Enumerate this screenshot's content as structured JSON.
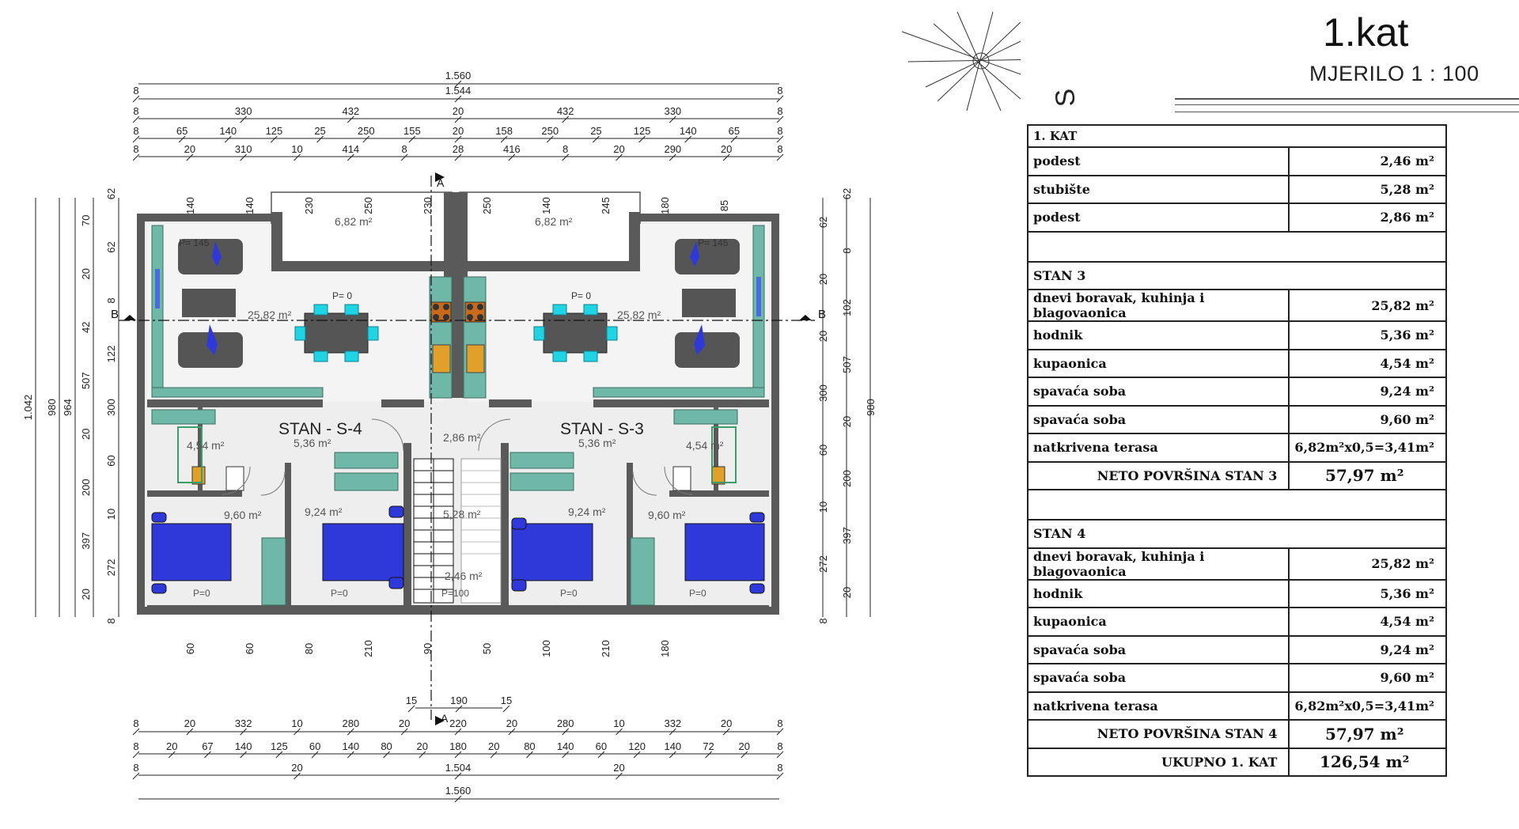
{
  "header": {
    "title": "1.kat",
    "scale": "MJERILO 1 : 100",
    "north_label": "S"
  },
  "plan": {
    "units": [
      {
        "label": "STAN - S-4"
      },
      {
        "label": "STAN - S-3"
      }
    ],
    "room_areas": {
      "terrace": "6,82 m²",
      "living": "25,82 m²",
      "hall": "5,36 m²",
      "bath": "4,54 m²",
      "bed_small": "9,24 m²",
      "bed_large": "9,60 m²",
      "landing_upper": "2,86 m²",
      "landing_lower": "2,46 m²",
      "stair": "5,28 m²"
    },
    "marks": {
      "section_a": "A",
      "section_b": "B",
      "p0": "P= 0",
      "p145": "P= 145",
      "p100": "P=100",
      "floor_p0": "P=0"
    },
    "top_dimension_rows": [
      [
        "1.560"
      ],
      [
        "8",
        "1.544",
        "8"
      ],
      [
        "8",
        "330",
        "432",
        "20",
        "432",
        "330",
        "8"
      ],
      [
        "8",
        "65",
        "140",
        "125",
        "25",
        "250",
        "155",
        "20",
        "158",
        "250",
        "25",
        "125",
        "140",
        "65",
        "8"
      ],
      [
        "8",
        "20",
        "310",
        "10",
        "414",
        "8",
        "28",
        "416",
        "8",
        "20",
        "290",
        "20",
        "8"
      ]
    ],
    "bottom_dimension_rows": [
      [
        "15",
        "190",
        "15"
      ],
      [
        "8",
        "20",
        "332",
        "10",
        "280",
        "20",
        "220",
        "20",
        "280",
        "10",
        "332",
        "20",
        "8"
      ],
      [
        "8",
        "20",
        "67",
        "140",
        "125",
        "60",
        "140",
        "80",
        "20",
        "180",
        "20",
        "80",
        "140",
        "60",
        "120",
        "140",
        "72",
        "20",
        "8"
      ],
      [
        "8",
        "20",
        "1.504",
        "20",
        "8"
      ],
      [
        "1.560"
      ]
    ],
    "left_dimensions": [
      "1.042",
      "980",
      "964",
      "62",
      "70",
      "62",
      "20",
      "8",
      "42",
      "122",
      "507",
      "300",
      "20",
      "60",
      "200",
      "10",
      "397",
      "272",
      "20",
      "8"
    ],
    "right_dimensions": [
      "980",
      "62",
      "62",
      "8",
      "20",
      "102",
      "20",
      "507",
      "300",
      "20",
      "60",
      "200",
      "10",
      "397",
      "272",
      "20",
      "8"
    ],
    "window_marks": [
      "140",
      "140",
      "230",
      "250",
      "230",
      "250",
      "140",
      "245",
      "180",
      "85",
      "60",
      "60",
      "80",
      "210",
      "90",
      "50",
      "100",
      "210",
      "180"
    ]
  },
  "table": {
    "rows": [
      {
        "label": "1. KAT",
        "value": "",
        "kind": "head"
      },
      {
        "label": "podest",
        "value": "2,46 m²",
        "kind": "row"
      },
      {
        "label": "stubište",
        "value": "5,28 m²",
        "kind": "row"
      },
      {
        "label": "podest",
        "value": "2,86 m²",
        "kind": "row"
      },
      {
        "label": "",
        "value": "",
        "kind": "blank"
      },
      {
        "label": "STAN 3",
        "value": "",
        "kind": "section"
      },
      {
        "label": "dnevi boravak, kuhinja i blagovaonica",
        "value": "25,82 m²",
        "kind": "row"
      },
      {
        "label": "hodnik",
        "value": "5,36 m²",
        "kind": "row"
      },
      {
        "label": "kupaonica",
        "value": "4,54 m²",
        "kind": "row"
      },
      {
        "label": "spavaća soba",
        "value": "9,24 m²",
        "kind": "row"
      },
      {
        "label": "spavaća soba",
        "value": "9,60 m²",
        "kind": "row"
      },
      {
        "label": "natkrivena terasa",
        "value": "6,82m²x0,5=3,41m²",
        "kind": "row"
      },
      {
        "label": "NETO POVRŠINA STAN 3",
        "value": "57,97 m²",
        "kind": "total"
      },
      {
        "label": "",
        "value": "",
        "kind": "blank"
      },
      {
        "label": "STAN 4",
        "value": "",
        "kind": "section"
      },
      {
        "label": "dnevi boravak, kuhinja i blagovaonica",
        "value": "25,82 m²",
        "kind": "row"
      },
      {
        "label": "hodnik",
        "value": "5,36 m²",
        "kind": "row"
      },
      {
        "label": "kupaonica",
        "value": "4,54 m²",
        "kind": "row"
      },
      {
        "label": "spavaća soba",
        "value": "9,24 m²",
        "kind": "row"
      },
      {
        "label": "spavaća soba",
        "value": "9,60 m²",
        "kind": "row"
      },
      {
        "label": "natkrivena terasa",
        "value": "6,82m²x0,5=3,41m²",
        "kind": "row"
      },
      {
        "label": "NETO POVRŠINA STAN 4",
        "value": "57,97 m²",
        "kind": "total"
      },
      {
        "label": "UKUPNO 1. KAT",
        "value": "126,54 m²",
        "kind": "total"
      }
    ]
  },
  "colors": {
    "wall": "#5a5a5a",
    "counter": "#6fb7a6",
    "furniture": "#555555",
    "bed": "#2f39d9",
    "chair": "#20d4e6",
    "dim": "#222222"
  }
}
